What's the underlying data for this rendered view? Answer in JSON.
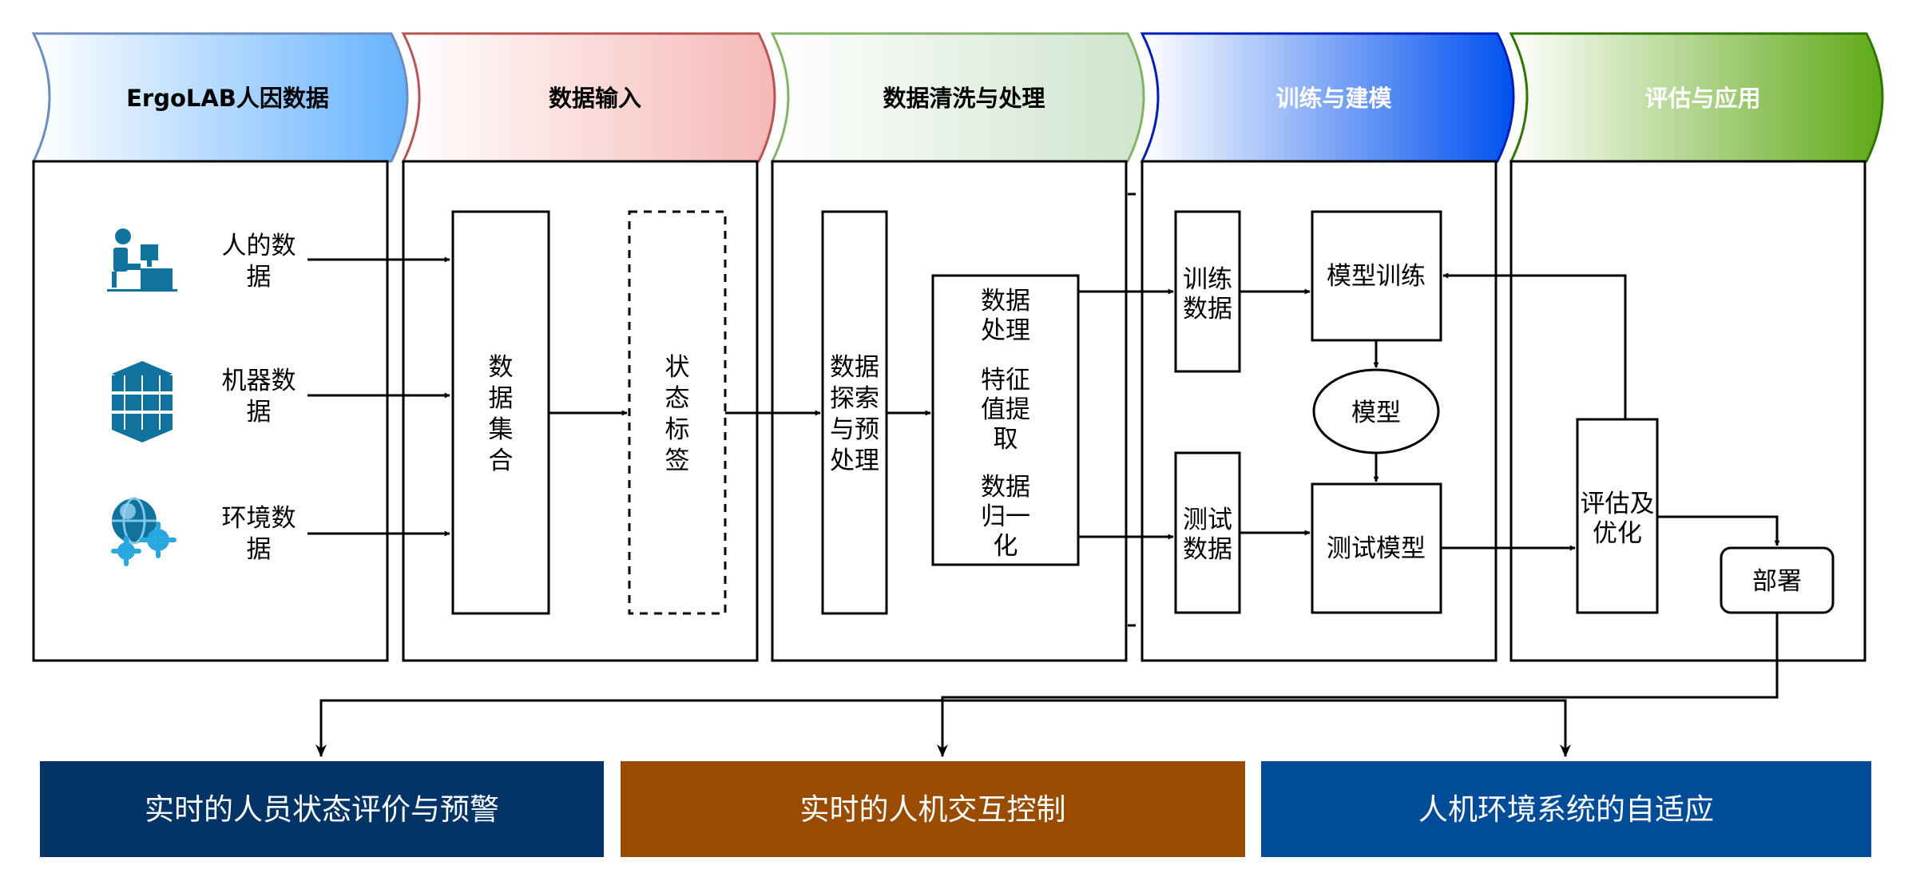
{
  "stages": [
    {
      "title": "ErgoLAB人因数据",
      "title_color": "#000000"
    },
    {
      "title": "数据输入",
      "title_color": "#000000"
    },
    {
      "title": "数据清洗与处理",
      "title_color": "#000000"
    },
    {
      "title": "训练与建模",
      "title_color": "#ffffff"
    },
    {
      "title": "评估与应用",
      "title_color": "#ffffff"
    }
  ],
  "sources": [
    {
      "icon": "person-at-desk-icon",
      "line1": "人的数",
      "line2": "据"
    },
    {
      "icon": "server-stack-icon",
      "line1": "机器数",
      "line2": "据"
    },
    {
      "icon": "globe-gears-icon",
      "line1": "环境数",
      "line2": "据"
    }
  ],
  "input": {
    "collect": [
      "数",
      "据",
      "集",
      "合"
    ],
    "label": [
      "状",
      "态",
      "标",
      "签"
    ]
  },
  "cleaning": {
    "explore": [
      "数据",
      "探索",
      "与预",
      "处理"
    ],
    "steps": [
      "数据",
      "处理",
      "特征",
      "值提",
      "取",
      "数据",
      "归一",
      "化"
    ]
  },
  "training": {
    "train_data": [
      "训练",
      "数据"
    ],
    "test_data": [
      "测试",
      "数据"
    ],
    "model_training": "模型训练",
    "model": "模型",
    "model_test": "测试模型"
  },
  "evaluation": {
    "evaluate": [
      "评估及",
      "优化"
    ],
    "deploy": "部署"
  },
  "outputs": [
    {
      "text": "实时的人员状态评价与预警",
      "color": "#003366"
    },
    {
      "text": "实时的人机交互控制",
      "color": "#994c00"
    },
    {
      "text": "人机环境系统的自适应",
      "color": "#004c99"
    }
  ],
  "colors": {
    "stage1_accent": "#66b2ff",
    "stage1_border": "#6c8ebf",
    "stage2_accent": "#f8cecc",
    "stage2_border": "#b85450",
    "stage3_accent": "#d5e8d4",
    "stage3_border": "#82b366",
    "stage4_accent": "#0050ef",
    "stage4_border": "#001dbc",
    "stage5_accent": "#60a917",
    "stage5_border": "#2d7600",
    "icon_blue": "#10739e"
  }
}
